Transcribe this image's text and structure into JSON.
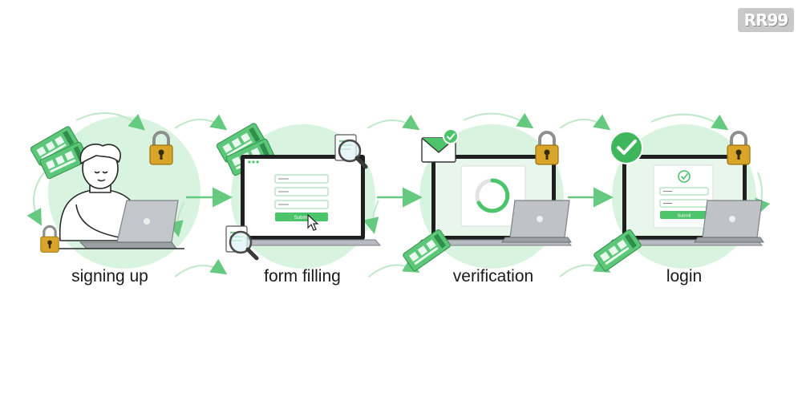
{
  "diagram": {
    "steps": [
      {
        "label": "signing up"
      },
      {
        "label": "form filling",
        "submit_label": "Submit"
      },
      {
        "label": "verification"
      },
      {
        "label": "login",
        "submit_label": "Submit"
      }
    ]
  },
  "watermark": {
    "text": "RR99"
  },
  "colors": {
    "accent_green": "#4cc46a",
    "light_green": "#d8f3df",
    "arrow_green": "#7fd495",
    "lock_gold": "#d9a528",
    "ticket_green": "#5cc779"
  }
}
